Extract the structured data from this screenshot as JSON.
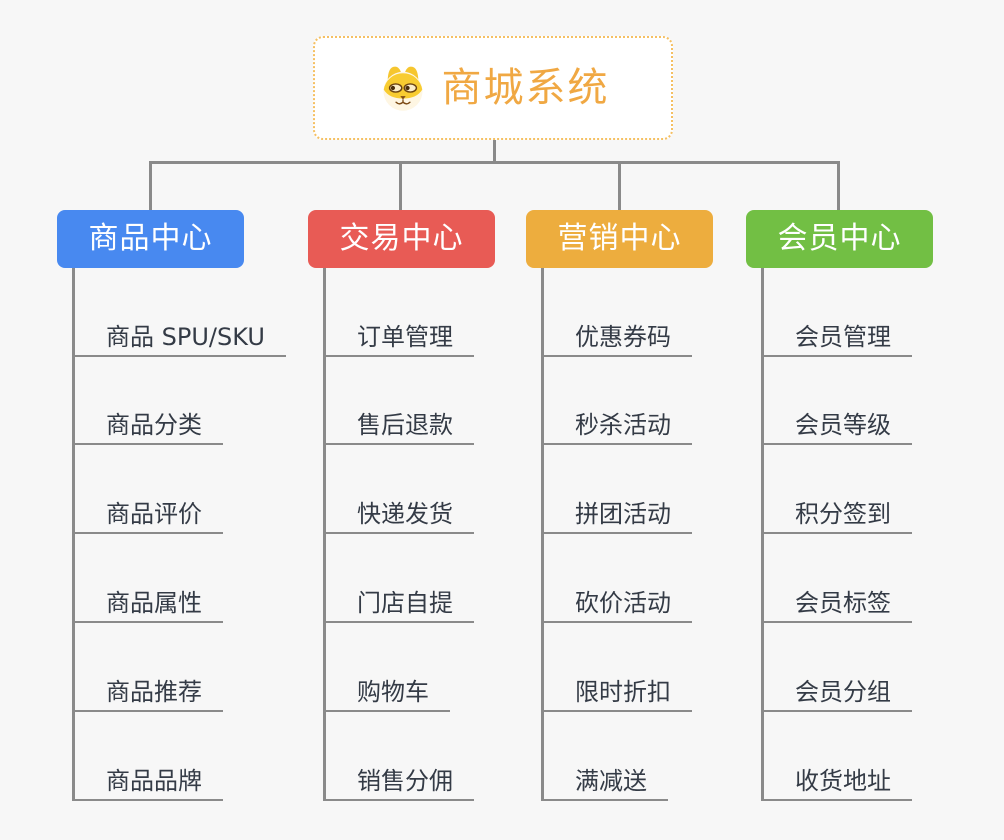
{
  "root": {
    "title": "商城系统",
    "icon": "dog-face-icon"
  },
  "branches": [
    {
      "label": "商品中心",
      "color": "#4889F0",
      "items": [
        "商品 SPU/SKU",
        "商品分类",
        "商品评价",
        "商品属性",
        "商品推荐",
        "商品品牌"
      ]
    },
    {
      "label": "交易中心",
      "color": "#E85B55",
      "items": [
        "订单管理",
        "售后退款",
        "快递发货",
        "门店自提",
        "购物车",
        "销售分佣"
      ]
    },
    {
      "label": "营销中心",
      "color": "#EDAD3E",
      "items": [
        "优惠券码",
        "秒杀活动",
        "拼团活动",
        "砍价活动",
        "限时折扣",
        "满减送"
      ]
    },
    {
      "label": "会员中心",
      "color": "#72BF44",
      "items": [
        "会员管理",
        "会员等级",
        "积分签到",
        "会员标签",
        "会员分组",
        "收货地址"
      ]
    }
  ],
  "colors": {
    "line": "#8A8A8A",
    "item_text": "#343B46",
    "background": "#F7F7F7",
    "root_title": "#F0A843",
    "root_border": "#F5C063"
  }
}
